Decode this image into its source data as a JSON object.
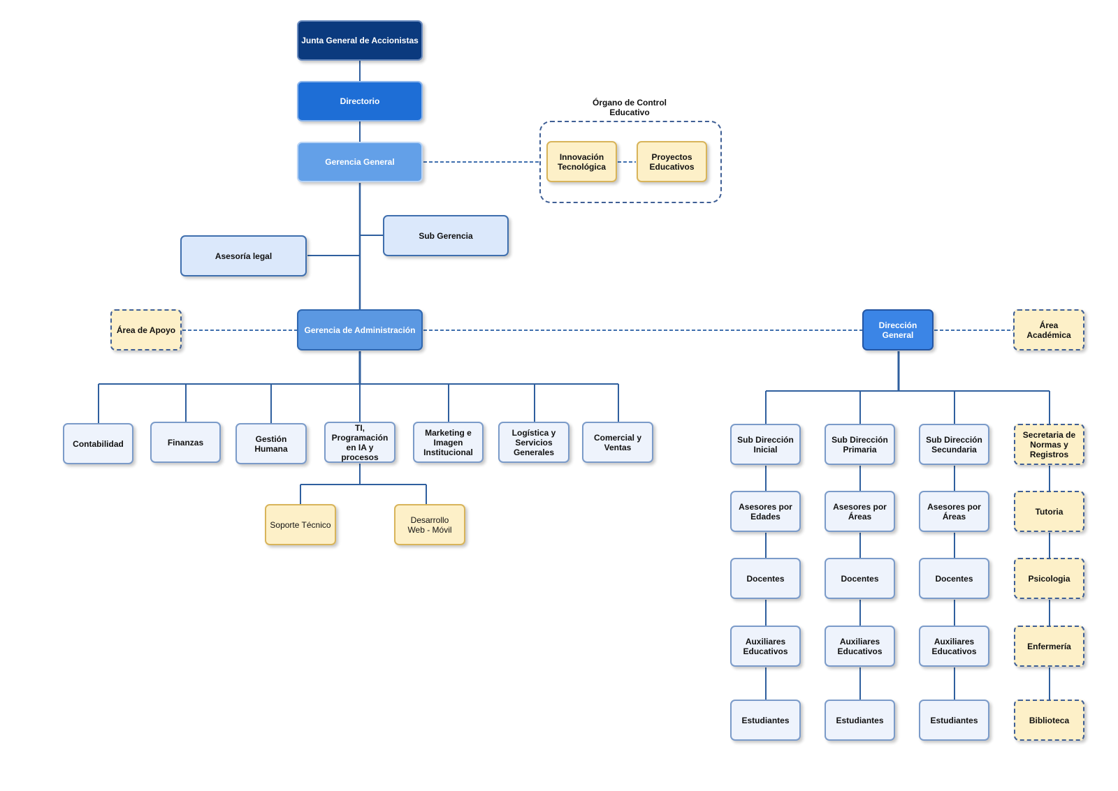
{
  "title": "",
  "control_group": {
    "label": "Órgano de Control\nEducativo"
  },
  "nodes": {
    "junta": "Junta General de Accionistas",
    "directorio": "Directorio",
    "gerencia_general": "Gerencia General",
    "innovacion": "Innovación\nTecnológica",
    "proyectos": "Proyectos\nEducativos",
    "sub_gerencia": "Sub Gerencia",
    "asesoria_legal": "Asesoría legal",
    "area_apoyo": "Área de Apoyo",
    "gerencia_admin": "Gerencia de Administración",
    "direccion_general": "Dirección\nGeneral",
    "area_academica": "Área Académica",
    "contabilidad": "Contabilidad",
    "finanzas": "Finanzas",
    "gestion_humana": "Gestión Humana",
    "ti": "TI, Programación\nen IA y procesos",
    "marketing": "Marketing e\nImagen\nInstitucional",
    "logistica": "Logística y\nServicios\nGenerales",
    "comercial": "Comercial y\nVentas",
    "soporte": "Soporte Técnico",
    "desarrollo": "Desarrollo\nWeb - Móvil",
    "sub_inicial": "Sub Dirección\nInicial",
    "sub_primaria": "Sub Dirección\nPrimaria",
    "sub_secundaria": "Sub Dirección\nSecundaria",
    "secretaria": "Secretaria de\nNormas y\nRegistros",
    "asesores_edades": "Asesores por\nEdades",
    "asesores_areas_1": "Asesores por\nÁreas",
    "asesores_areas_2": "Asesores por\nÁreas",
    "tutoria": "Tutoria",
    "docentes_1": "Docentes",
    "docentes_2": "Docentes",
    "docentes_3": "Docentes",
    "psicologia": "Psicologia",
    "auxiliares_1": "Auxiliares\nEducativos",
    "auxiliares_2": "Auxiliares\nEducativos",
    "auxiliares_3": "Auxiliares\nEducativos",
    "enfermeria": "Enfermería",
    "estudiantes_1": "Estudiantes",
    "estudiantes_2": "Estudiantes",
    "estudiantes_3": "Estudiantes",
    "biblioteca": "Biblioteca"
  },
  "colors": {
    "line": "#2f5f9e",
    "dark": "#0b3a7e",
    "blue": "#1e6ed6",
    "mid": "#63a0e8",
    "light": "#dbe8fb",
    "pale": "#eef3fc",
    "yellow": "#fdf0c8"
  }
}
